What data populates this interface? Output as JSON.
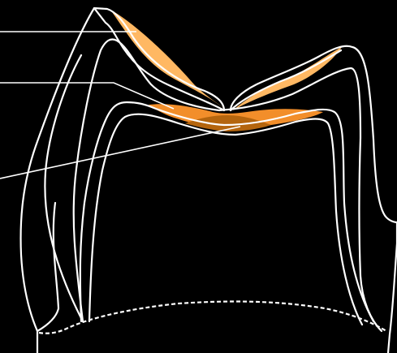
{
  "diagram": {
    "type": "tooth-cross-section",
    "colors": {
      "background": "#000000",
      "line": "#ffffff",
      "enamel_fill": "#FFB863",
      "middle_fill": "#F28E2A",
      "inner_fill": "#B4650E"
    },
    "pointer_lines": [
      {
        "name": "pointer-line-top"
      },
      {
        "name": "pointer-line-middle"
      },
      {
        "name": "pointer-line-bottom"
      }
    ],
    "labels": []
  }
}
